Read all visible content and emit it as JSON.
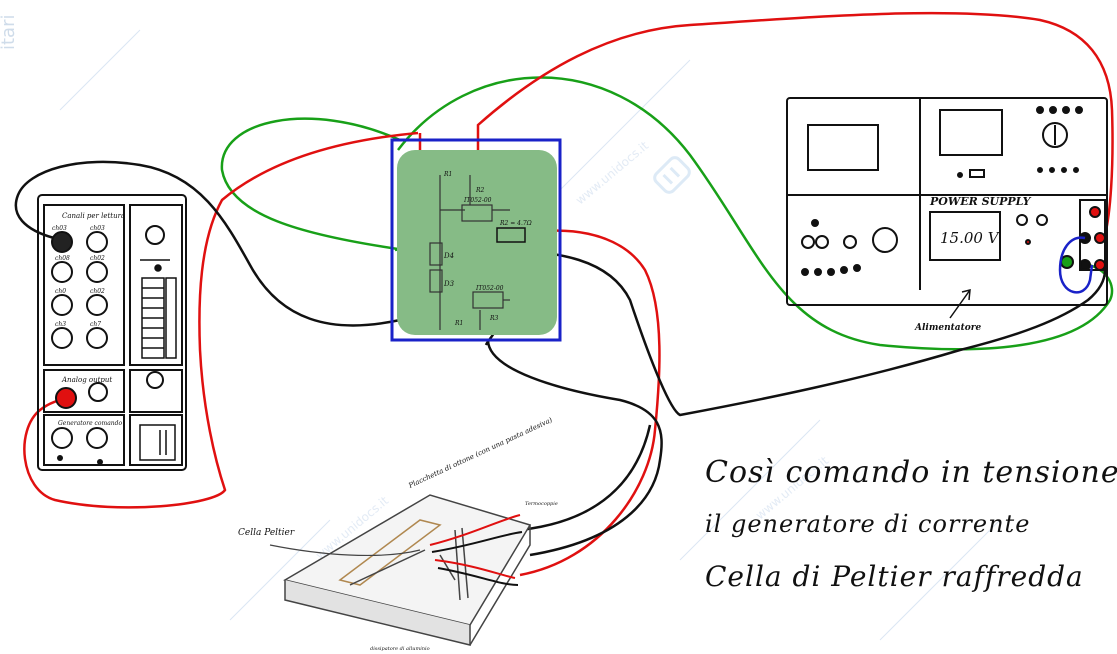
{
  "panel_left": {
    "title": "Canali per lettura",
    "channel_labels": [
      "ch03",
      "ch03",
      "ch08",
      "ch02",
      "ch0",
      "ch02",
      "ch3",
      "ch7"
    ],
    "analog_output": "Analog output",
    "bottom_label": "Generatore comando"
  },
  "circuit": {
    "labels": [
      "R1",
      "R2",
      "IT052-00",
      "IT052-00",
      "R2 = 4.7Ω",
      "D4",
      "D3",
      "R1",
      "R3"
    ]
  },
  "power_supply": {
    "title": "POWER SUPPLY",
    "display": "15.00 V",
    "caption": "Alimentatore"
  },
  "peltier": {
    "cella_label": "Cella Peltier",
    "plate_label": "Placchetta di ottone (con una pasta adesiva)",
    "heatsink_label": "dissipatore di alluminio",
    "probe_label": "Termocoppie"
  },
  "note": {
    "line1": "Così comando in tensione",
    "line2": "il generatore di corrente",
    "line3": "Cella di Peltier raffredda"
  },
  "watermark": {
    "text": "www.unidocs.it",
    "side": "itari"
  },
  "colors": {
    "green_board": "#86bb86",
    "blue_frame": "#1a22c8",
    "red_wire": "#e01010",
    "green_wire": "#18a018",
    "black_wire": "#111111"
  }
}
